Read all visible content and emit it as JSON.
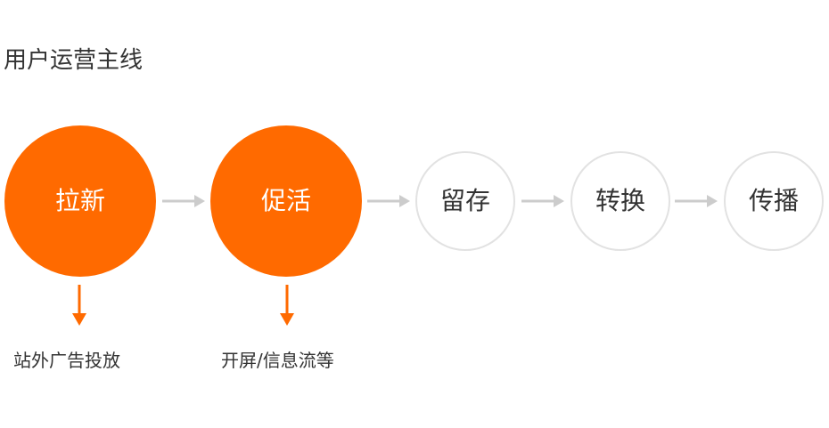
{
  "title": "用户运营主线",
  "stages": [
    {
      "label": "拉新",
      "state": "active"
    },
    {
      "label": "促活",
      "state": "active"
    },
    {
      "label": "留存",
      "state": "inactive"
    },
    {
      "label": "转换",
      "state": "inactive"
    },
    {
      "label": "传播",
      "state": "inactive"
    }
  ],
  "captions": [
    {
      "text": "站外广告投放"
    },
    {
      "text": "开屏/信息流等"
    }
  ],
  "colors": {
    "accent": "#ff6a00",
    "inactive_border": "#e2e2e2",
    "flow_arrow": "#cccccc",
    "text": "#333333"
  }
}
